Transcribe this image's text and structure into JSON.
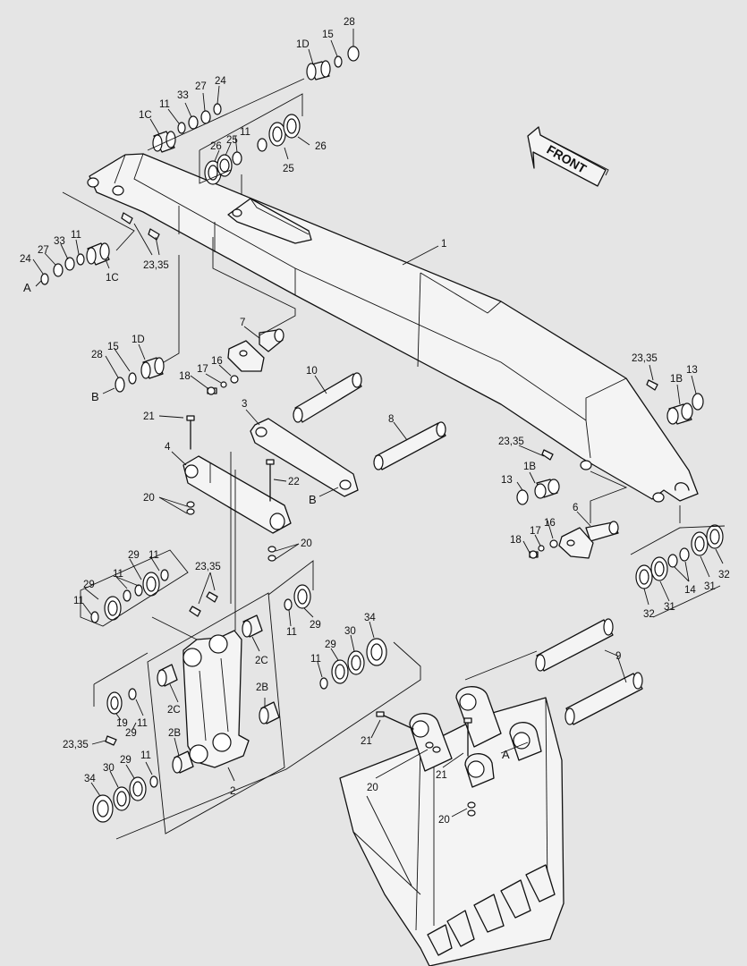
{
  "front_arrow": {
    "label": "FRONT"
  },
  "callouts": {
    "c28_top": "28",
    "c15_top": "15",
    "c1D_top": "1D",
    "c1C_top": "1C",
    "c11_a": "11",
    "c33_a": "33",
    "c27_a": "27",
    "c24_a": "24",
    "c11_b": "11",
    "c25_a": "25",
    "c26_a": "26",
    "c26_b": "26",
    "c25_b": "25",
    "c24_l": "24",
    "c27_l": "27",
    "c33_l": "33",
    "c11_l": "11",
    "c1C_l": "1C",
    "cA_l": "A",
    "c2335_a": "23,35",
    "c1": "1",
    "c7": "7",
    "c28_m": "28",
    "c15_m": "15",
    "c1D_m": "1D",
    "cB_m": "B",
    "c16_a": "16",
    "c17_a": "17",
    "c18_a": "18",
    "c10": "10",
    "c3": "3",
    "c8": "8",
    "c21_a": "21",
    "c4": "4",
    "c22": "22",
    "c20_a": "20",
    "c20_b": "20",
    "cB_r": "B",
    "c2335_b": "23,35",
    "c13_a": "13",
    "c1B_a": "1B",
    "c2335_c": "23,35",
    "c1B_b": "1B",
    "c13_b": "13",
    "c6": "6",
    "c16_b": "16",
    "c17_b": "17",
    "c18_b": "18",
    "c32_a": "32",
    "c31_a": "31",
    "c14": "14",
    "c32_b": "32",
    "c31_b": "31",
    "c29_a": "29",
    "c11_c": "11",
    "c11_d": "11",
    "c29_b": "29",
    "c11_e": "11",
    "c2335_d": "23,35",
    "c11_f": "11",
    "c29_c": "29",
    "c2C_a": "2C",
    "c34_a": "34",
    "c29_d": "29",
    "c30_a": "30",
    "c11_g": "11",
    "c2C_b": "2C",
    "c2B_a": "2B",
    "c19_a": "19",
    "c11_h": "11",
    "c2335_e": "23,35",
    "c29_e": "29",
    "c2B_b": "2B",
    "c11_i": "11",
    "c29_f": "29",
    "c30_b": "30",
    "c34_b": "34",
    "c2": "2",
    "c9": "9",
    "c21_b": "21",
    "c21_c": "21",
    "cA_r": "A",
    "c20_c": "20",
    "c20_d": "20"
  }
}
